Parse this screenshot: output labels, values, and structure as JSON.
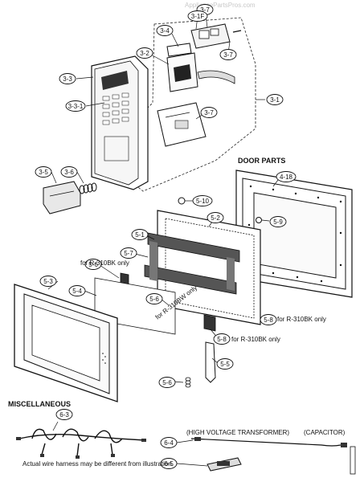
{
  "watermark": "AppliancePartsPros.com",
  "headings": {
    "door_parts": "DOOR PARTS",
    "miscellaneous": "MISCELLANEOUS"
  },
  "callouts": [
    {
      "id": "c-3-7a",
      "label": "3-7"
    },
    {
      "id": "c-3-1f",
      "label": "3-1F"
    },
    {
      "id": "c-3-4",
      "label": "3-4"
    },
    {
      "id": "c-3-7b",
      "label": "3-7"
    },
    {
      "id": "c-3-2",
      "label": "3-2"
    },
    {
      "id": "c-3-3",
      "label": "3-3"
    },
    {
      "id": "c-3-3-1",
      "label": "3-3-1"
    },
    {
      "id": "c-3-1",
      "label": "3-1"
    },
    {
      "id": "c-3-7c",
      "label": "3-7"
    },
    {
      "id": "c-3-5",
      "label": "3-5"
    },
    {
      "id": "c-3-6",
      "label": "3-6"
    },
    {
      "id": "c-4-18",
      "label": "4-18"
    },
    {
      "id": "c-5-10",
      "label": "5-10"
    },
    {
      "id": "c-5-2",
      "label": "5-2"
    },
    {
      "id": "c-5-9",
      "label": "5-9"
    },
    {
      "id": "c-5-1",
      "label": "5-1"
    },
    {
      "id": "c-5-7",
      "label": "5-7"
    },
    {
      "id": "c-5-6a",
      "label": "5-6"
    },
    {
      "id": "c-5-3",
      "label": "5-3"
    },
    {
      "id": "c-5-4",
      "label": "5-4"
    },
    {
      "id": "c-5-6b",
      "label": "5-6"
    },
    {
      "id": "c-5-8a",
      "label": "5-8"
    },
    {
      "id": "c-5-8b",
      "label": "5-8"
    },
    {
      "id": "c-5-5",
      "label": "5-5"
    },
    {
      "id": "c-5-6c",
      "label": "5-6"
    },
    {
      "id": "c-6-3",
      "label": "6-3"
    },
    {
      "id": "c-6-4",
      "label": "6-4"
    },
    {
      "id": "c-6-5",
      "label": "6-5"
    }
  ],
  "notes": {
    "r310bk_a": "for R-310BK only",
    "r310bw": "for R-310BW only",
    "r310bk_b": "for R-310BK only",
    "r310bk_c": "for R-310BK only",
    "hv_transformer": "(HIGH VOLTAGE TRANSFORMER)",
    "capacitor": "(CAPACITOR)",
    "harness_disclaimer": "Actual wire harness may be different from illustration."
  }
}
